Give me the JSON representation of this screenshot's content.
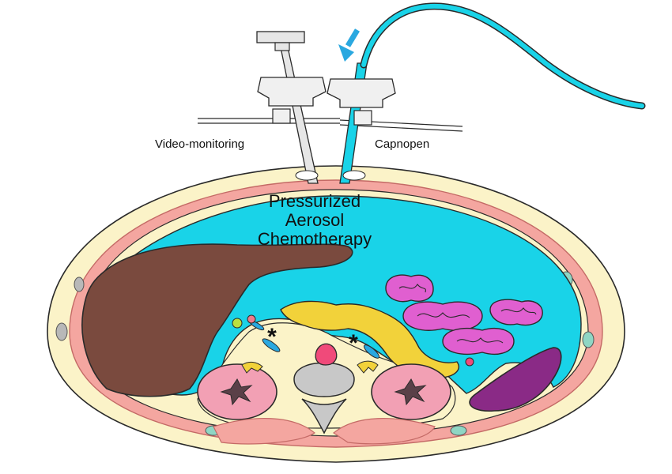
{
  "labels": {
    "video_monitoring": "Video-monitoring",
    "capnopen": "Capnopen",
    "pac_line1": "Pressurized",
    "pac_line2": "Aerosol",
    "pac_line3": "Chemotherapy",
    "asterisk": "*"
  },
  "colors": {
    "aerosol": "#19d3e8",
    "liver": "#7a4a3e",
    "pancreas": "#f2d23a",
    "bowel": "#e05fd0",
    "spleen": "#8a2a86",
    "kidney": "#f2a0b4",
    "muscle": "#f4a6a0",
    "fat": "#fbf3c8",
    "vertebra": "#c8c8c8",
    "aorta": "#f04a7a",
    "tube": "#19d3e8",
    "arrow": "#2aa8e0"
  },
  "icons": {
    "flow_arrow": "down-arrow-icon"
  }
}
